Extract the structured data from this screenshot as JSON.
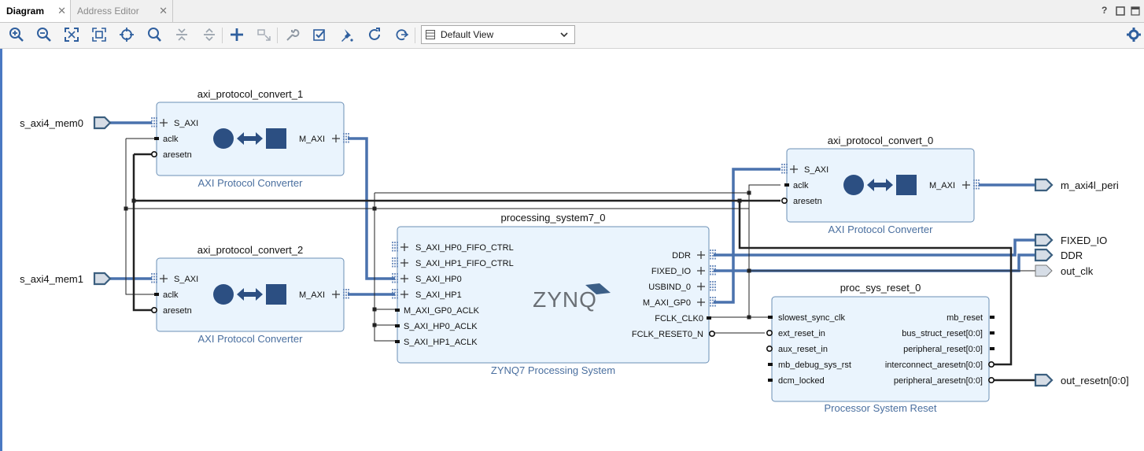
{
  "tabs": [
    {
      "label": "Diagram",
      "active": true
    },
    {
      "label": "Address Editor",
      "active": false
    }
  ],
  "window_controls": [
    "help-icon",
    "restore-icon",
    "maximize-icon",
    "close-icon"
  ],
  "toolbar": {
    "buttons": [
      "zoom-in-icon",
      "zoom-out-icon",
      "fit-full-icon",
      "fit-selection-icon",
      "auto-connect-icon",
      "search-icon",
      "collapse-all-icon",
      "expand-all-icon",
      "add-ip-icon",
      "make-external-icon",
      "properties-wrench-icon",
      "validate-design-icon",
      "pin-icon",
      "regenerate-layout-icon",
      "optimize-routing-icon",
      "settings-gear-icon"
    ],
    "view_select": "Default View"
  },
  "colors": {
    "block_fill": "#eaf4fd",
    "block_border": "#6b8fb5",
    "bus": "#4a72ad",
    "wire": "#222222",
    "symbol": "#2c4f82",
    "subtitle": "#4a6f9f",
    "port_fill": "#d6dde6"
  },
  "external_ports": {
    "s_axi4_mem0": "s_axi4_mem0",
    "s_axi4_mem1": "s_axi4_mem1",
    "m_axi4l_peri": "m_axi4l_peri",
    "fixed_io": "FIXED_IO",
    "ddr": "DDR",
    "out_clk": "out_clk",
    "out_resetn": "out_resetn[0:0]"
  },
  "blocks": {
    "apc1": {
      "name": "axi_protocol_convert_1",
      "type": "AXI Protocol Converter",
      "ports": {
        "s_axi": "S_AXI",
        "aclk": "aclk",
        "aresetn": "aresetn",
        "m_axi": "M_AXI"
      }
    },
    "apc2": {
      "name": "axi_protocol_convert_2",
      "type": "AXI Protocol Converter",
      "ports": {
        "s_axi": "S_AXI",
        "aclk": "aclk",
        "aresetn": "aresetn",
        "m_axi": "M_AXI"
      }
    },
    "apc0": {
      "name": "axi_protocol_convert_0",
      "type": "AXI Protocol Converter",
      "ports": {
        "s_axi": "S_AXI",
        "aclk": "aclk",
        "aresetn": "aresetn",
        "m_axi": "M_AXI"
      }
    },
    "ps7": {
      "name": "processing_system7_0",
      "type": "ZYNQ7 Processing System",
      "logo": "ZYNQ",
      "left_ports": [
        "S_AXI_HP0_FIFO_CTRL",
        "S_AXI_HP1_FIFO_CTRL",
        "S_AXI_HP0",
        "S_AXI_HP1",
        "M_AXI_GP0_ACLK",
        "S_AXI_HP0_ACLK",
        "S_AXI_HP1_ACLK"
      ],
      "right_ports": [
        "DDR",
        "FIXED_IO",
        "USBIND_0",
        "M_AXI_GP0",
        "FCLK_CLK0",
        "FCLK_RESET0_N"
      ]
    },
    "psr": {
      "name": "proc_sys_reset_0",
      "type": "Processor System Reset",
      "left_ports": [
        "slowest_sync_clk",
        "ext_reset_in",
        "aux_reset_in",
        "mb_debug_sys_rst",
        "dcm_locked"
      ],
      "right_ports": [
        "mb_reset",
        "bus_struct_reset[0:0]",
        "peripheral_reset[0:0]",
        "interconnect_aresetn[0:0]",
        "peripheral_aresetn[0:0]"
      ]
    }
  }
}
